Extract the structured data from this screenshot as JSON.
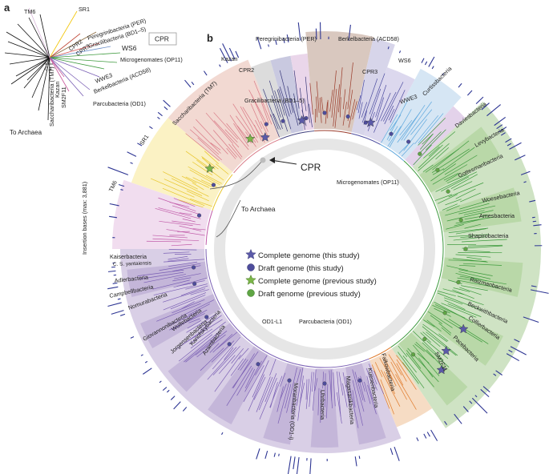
{
  "panel_a": {
    "letter": "a",
    "scale": "0.1",
    "cpr_box": "CPR",
    "to_archaea": "To Archaea",
    "labels": [
      "TM6",
      "SR1",
      "CPR2",
      "CPR3",
      "Peregrinibacteria (PER)",
      "Gracilibacteria (BD1–5)",
      "WS6",
      "Microgenomates (OP11)",
      "WWE3",
      "Berkelbacteria (ACD58)",
      "Parcubacteria (OD1)",
      "SM2F11",
      "Kazan",
      "Saccharibacteria (TM7)"
    ]
  },
  "panel_b": {
    "letter": "b",
    "cpr_label": "CPR",
    "to_archaea": "To Archaea",
    "insertion_label": "Insertion bases (max: 3,881)",
    "inner_labels": {
      "microgenomates": "Microgenomates (OP11)",
      "od1_l1": "OD1-L1",
      "parcubacteria": "Parcubacteria (OD1)"
    },
    "clade_labels": {
      "tm6": "TM6",
      "sr1": "SR1",
      "saccharibacteria": "Saccharibacteria (TM7)",
      "kazan": "Kazan",
      "cpr2": "CPR2",
      "gracilibacteria": "Gracilibacteria (BD1–5)",
      "peregrinibacteria": "Peregrinibacteria (PER)",
      "berkelbacteria": "Berkelbacteria (ACD58)",
      "cpr3": "CPR3",
      "ws6": "WS6",
      "wwe3": "WWE3",
      "curtissbacteria": "Curtissbacteria",
      "daviesbacteria": "Daviesbacteria",
      "levybacteria": "Levybacteria",
      "gottesmanbacteria": "Gottesmanbacteria",
      "woesebacteria": "Woesebacteria",
      "amesbacteria": "Amesbacteria",
      "shapirobacteria": "Shapirobacteria",
      "roizmanbacteria": "Roizmanbacteria",
      "beckwithbacteria": "Beckwithbacteria",
      "collierbacteria": "Collierbacteria",
      "pacebacteria": "Pacebacteria",
      "sm2f11": "SM2F11",
      "falkowbacteria": "Falkowbacteria",
      "kuenenbacteria": "Kuenenbacteria",
      "magasanikbacteria": "Magasanikbacteria",
      "uhrbacteria": "Uhrbacteria",
      "moranbacteria": "Moranbacteria (OD1-i)",
      "azambacteria": "Azambacteria",
      "kanofskybacteria": "Kanofskybacteria",
      "jorgensenbacteria": "Jorgensenbacteria",
      "wolfebacteria": "Wolfebacteria",
      "giovannonibacteria": "Giovannonibacteria",
      "nomurabacteria": "Nomurabacteria",
      "campbellbacteria": "Campbellbacteria",
      "adlerbacteria": "Adlerbacteria",
      "yantaiensis": "C. S. yantaiensis",
      "kaiserbacteria": "Kaiserbacteria"
    }
  },
  "legend": [
    {
      "label": "Complete genome (this study)",
      "icon": "star-icon",
      "color": "#5b5aa8"
    },
    {
      "label": "Draft genome (this study)",
      "icon": "circle-icon",
      "color": "#4e4d9c"
    },
    {
      "label": "Complete genome (previous study)",
      "icon": "star-icon",
      "color": "#7bb648"
    },
    {
      "label": "Draft genome (previous study)",
      "icon": "circle-icon",
      "color": "#5fa544"
    }
  ],
  "colors": {
    "parcubacteria": "#d9cfe6",
    "microgenomates": "#cfe3c4",
    "saccharibacteria": "#f2d9d2",
    "sr1": "#fbf2c4",
    "tm6": "#f1ddef",
    "per": "#d9c8bf",
    "berkel": "#d7d5ea",
    "ws6": "#d6e6f4",
    "sm2f11": "#f6dcc4"
  }
}
